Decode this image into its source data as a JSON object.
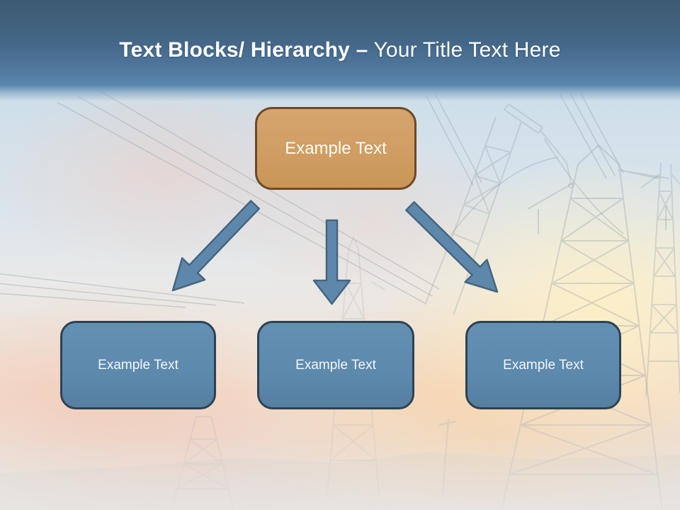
{
  "slide": {
    "title": {
      "bold": "Text Blocks/ Hierarchy –",
      "regular": "Your Title Text Here"
    },
    "diagram": {
      "root_box": {
        "label": "Example Text"
      },
      "child_boxes": [
        {
          "label": "Example Text"
        },
        {
          "label": "Example Text"
        },
        {
          "label": "Example Text"
        }
      ],
      "arrows": [
        {
          "name": "arrow-down-left"
        },
        {
          "name": "arrow-down"
        },
        {
          "name": "arrow-down-right"
        }
      ]
    },
    "background": {
      "photo_subject": "power transmission towers at sunset"
    },
    "colors": {
      "header_top": "#3c5a71",
      "header_bottom": "#5a87ac",
      "title_text": "#ffffff",
      "root_box_fill": "#d09d63",
      "root_box_border": "#6d4a27",
      "child_box_fill": "#5d89ac",
      "child_box_border": "#2d4254",
      "arrow_fill": "#5e88ab",
      "arrow_stroke": "#46657f"
    }
  }
}
